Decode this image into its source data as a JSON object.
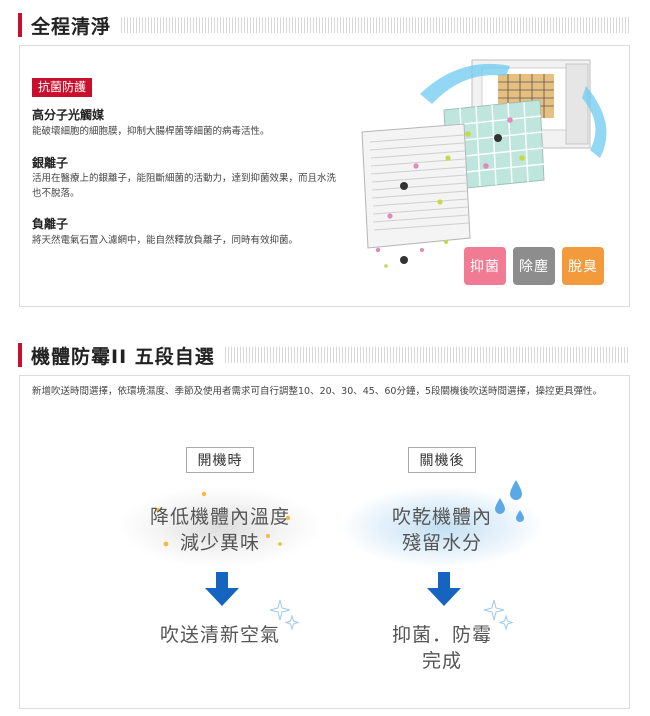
{
  "section1": {
    "title": "全程清淨",
    "tag": "抗菌防護",
    "items": [
      {
        "title": "高分子光觸媒",
        "desc": "能破壞細胞的細胞膜，抑制大腸桿菌等細菌的病毒活性。"
      },
      {
        "title": "銀離子",
        "desc": "活用在醫療上的銀離子，能阻斷細菌的活動力，達到抑菌效果，而且水洗也不脫落。"
      },
      {
        "title": "負離子",
        "desc": "將天然電氣石置入濾網中，能自然釋放負離子，同時有效抑菌。"
      }
    ],
    "badges": [
      "抑菌",
      "除塵",
      "脫臭"
    ],
    "colors": {
      "accent": "#c8102e",
      "badge_pink": "#f07b93",
      "badge_gray": "#8d8d8d",
      "badge_orange": "#f39a3d"
    }
  },
  "section2": {
    "title": "機體防霉II 五段自選",
    "intro": "新增吹送時間選擇，依環境濕度、季節及使用者需求可自行調整10、20、30、45、60分鐘，5段關機後吹送時間選擇，操控更具彈性。",
    "left": {
      "label": "開機時",
      "line1": "降低機體內溫度",
      "line2": "減少異味",
      "result": "吹送清新空氣"
    },
    "right": {
      "label": "關機後",
      "line1": "吹乾機體內",
      "line2": "殘留水分",
      "result1": "抑菌．防霉",
      "result2": "完成"
    },
    "colors": {
      "arrow": "#1565c0",
      "drop": "#5aa9e6",
      "sparkle": "#9ec9ea",
      "warm_dot": "#f5b942"
    }
  }
}
